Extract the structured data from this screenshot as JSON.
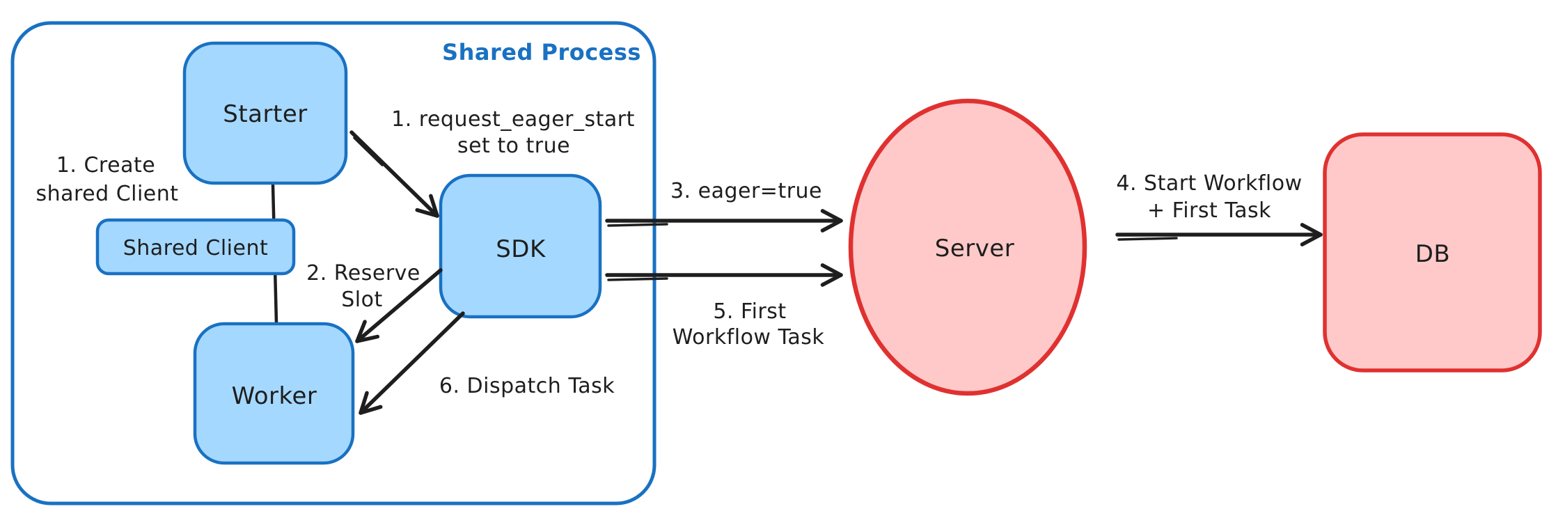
{
  "diagram": {
    "container_label": "Shared Process",
    "nodes": {
      "starter": "Starter",
      "shared_client": "Shared Client",
      "worker": "Worker",
      "sdk": "SDK",
      "server": "Server",
      "db": "DB"
    },
    "annotations": {
      "create_shared_client": {
        "line1": "1. Create",
        "line2": "shared Client"
      },
      "request_eager_start": {
        "line1": "1. request_eager_start",
        "line2": "set to true"
      },
      "reserve_slot": {
        "line1": "2. Reserve",
        "line2": "Slot"
      },
      "eager_true": "3. eager=true",
      "start_workflow": {
        "line1": "4. Start Workflow",
        "line2": "+ First Task"
      },
      "first_workflow_task": {
        "line1": "5. First",
        "line2": "Workflow Task"
      },
      "dispatch_task": "6. Dispatch Task"
    },
    "colors": {
      "blue_stroke": "#1971c2",
      "blue_fill": "#a5d8ff",
      "red_stroke": "#e03131",
      "red_fill": "#ffc9c9",
      "ink": "#1e1e1e",
      "container_label_color": "#1971c2",
      "background": "#ffffff"
    }
  }
}
